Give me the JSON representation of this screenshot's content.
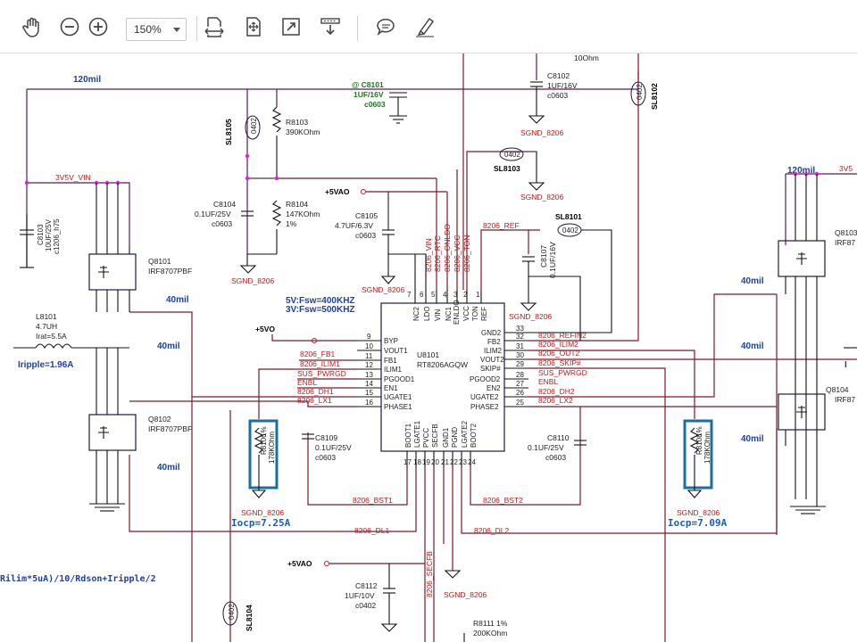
{
  "toolbar": {
    "zoom": "150%",
    "tools": [
      "hand-tool",
      "zoom-out",
      "zoom-in",
      "fit-page",
      "fit-width",
      "full-screen",
      "scroll-mode",
      "comment",
      "highlight"
    ]
  },
  "schematic": {
    "ic": {
      "ref": "U8101",
      "part": "RT8206AGQW",
      "top_pins": [
        "NC2",
        "LDO",
        "VIN",
        "NC1",
        "ENLDO",
        "VCC",
        "TON",
        "REF"
      ],
      "top_pin_numbers": [
        "7",
        "6",
        "5",
        "4",
        "3",
        "2",
        "1"
      ],
      "left_pins": [
        "BYP",
        "VOUT1",
        "FB1",
        "ILIM1",
        "PGOOD1",
        "EN1",
        "UGATE1",
        "PHASE1"
      ],
      "left_pin_numbers": [
        "9",
        "10",
        "11",
        "12",
        "13",
        "14",
        "15",
        "16"
      ],
      "right_pins": [
        "GND2",
        "FB2",
        "ILIM2",
        "VOUT2",
        "SKIP#",
        "PGOOD2",
        "EN2",
        "UGATE2",
        "PHASE2"
      ],
      "right_pin_numbers": [
        "33",
        "32",
        "31",
        "30",
        "29",
        "28",
        "27",
        "26",
        "25"
      ],
      "bottom_pins": [
        "BOOT1",
        "LGATE1",
        "PVCC",
        "SECFB",
        "GND1",
        "PGND",
        "LGATE2",
        "BOOT2"
      ],
      "bottom_pin_numbers": [
        "17",
        "18",
        "19",
        "20",
        "21",
        "22",
        "23",
        "24"
      ]
    },
    "left_nets": [
      "8206_FB1",
      "8206_ILIM1",
      "SUS_PWRGD",
      "ENBL",
      "8206_DH1",
      "8206_LX1"
    ],
    "right_nets": [
      "8206_REFIN2",
      "8206_ILIM2",
      "8206_OUT2",
      "8206_SKIP#",
      "SUS_PWRGD",
      "ENBL",
      "8206_DH2",
      "8206_LX2"
    ],
    "top_nets": [
      "8206_VIN",
      "8206_RTC",
      "8206_ONLDO",
      "8206_VCC",
      "8206_TON"
    ],
    "other_nets": {
      "ref": "8206_REF",
      "bst1": "8206_BST1",
      "bst2": "8206_BST2",
      "dl1": "8206_DL1",
      "dl2": "8206_DL2",
      "secfb": "8206_SECFB",
      "vin": "3V5V_VIN",
      "vin_right": "3V5"
    },
    "power": {
      "vao_1": "+5VAO",
      "vao_2": "+5VAO",
      "vo": "+5VO"
    },
    "grounds": {
      "g1": "SGND_8206",
      "g2": "SGND_8206",
      "g3": "SGND_8206",
      "g4": "SGND_8206",
      "g5": "SGND_8206",
      "g6": "SGND_8206",
      "g7": "SGND_8206",
      "g8": "SGND_8206"
    },
    "components": {
      "c8101": [
        "@ C8101",
        "1UF/16V",
        "c0603"
      ],
      "c8102": [
        "C8102",
        "1UF/16V",
        "c0603"
      ],
      "r8103": [
        "R8103",
        "390KOhm"
      ],
      "c8104": [
        "C8104",
        "0.1UF/25V",
        "c0603"
      ],
      "r8104": [
        "R8104",
        "147KOhm",
        "1%"
      ],
      "c8105": [
        "C8105",
        "4.7UF/6.3V",
        "c0603"
      ],
      "c8103": [
        "C8103",
        "10UF/25V",
        "c1206_h75"
      ],
      "c8107": [
        "C8107",
        "0.1UF/16V"
      ],
      "c8109": [
        "C8109",
        "0.1UF/25V",
        "c0603"
      ],
      "c8110": [
        "C8110",
        "0.1UF/25V",
        "c0603"
      ],
      "c8112": [
        "C8112",
        "1UF/10V",
        "c0402"
      ],
      "r8111": [
        "R8111 1%",
        "200KOhm"
      ],
      "r8106": [
        "R8106",
        "1%",
        "178KOhm"
      ],
      "r8108": [
        "R8108",
        "1%",
        "178KOhm"
      ],
      "l8101": [
        "L8101",
        "4.7UH",
        "Irat=5.5A"
      ],
      "q8101": [
        "Q8101",
        "IRF8707PBF"
      ],
      "q8102": [
        "Q8102",
        "IRF8707PBF"
      ],
      "q8103": [
        "Q8103",
        "IRF87"
      ],
      "q8104": [
        "Q8104",
        "IRF87"
      ]
    },
    "beads": {
      "sl8101": "SL8101",
      "sl8102": "SL8102",
      "sl8103": "SL8103",
      "sl8104": "SL8104",
      "sl8105": "SL8105",
      "size": "0402"
    },
    "top_label": "10Ohm",
    "width_labels": [
      "120mil",
      "120mil",
      "40mil",
      "40mil",
      "40mil",
      "40mil",
      "40mil",
      "40mil"
    ],
    "notes": {
      "fsw1": "5V:Fsw=400KHZ",
      "fsw2": "3V:Fsw=500KHZ",
      "iripple": "Iripple=1.96A",
      "iripple_right": "I",
      "iocp1": "Iocp=7.25A",
      "iocp2": "Iocp=7.09A",
      "formula": "Rilim*5uA)/10/Rdson+Iripple/2"
    }
  }
}
